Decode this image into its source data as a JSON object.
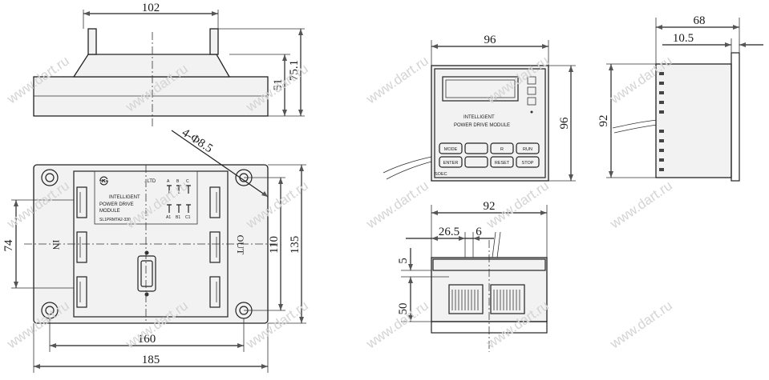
{
  "watermark": "www.dart.ru",
  "side_view": {
    "dim_width": "102",
    "dim_total_height": "75.1",
    "dim_body_height": "51"
  },
  "module_top_view": {
    "hole_callout": "4-Φ8.5",
    "dim_74": "74",
    "dim_110": "110",
    "dim_135": "135",
    "dim_160": "160",
    "dim_185": "185",
    "label_in": "IN",
    "label_out": "OUT",
    "badge_ltd": ". LTD",
    "badge_line1": "INTELLIGENT",
    "badge_line2": "POWER DRIVE",
    "badge_line3": "MODULE",
    "badge_model": "SL1PRMTA2-330",
    "terminal_top": [
      "A",
      "B",
      "C"
    ],
    "terminal_bottom": [
      "A1",
      "B1",
      "C1"
    ]
  },
  "panel_front_view": {
    "dim_width": "96",
    "dim_height": "96",
    "text_line1": "INTELLIGENT",
    "text_line2": "POWER DRIVE MODULE",
    "brand": "SOEC",
    "buttons_row1": [
      "MODE",
      "",
      "R",
      "RUN"
    ],
    "buttons_row2": [
      "ENTER",
      "",
      "RESET",
      "STOP"
    ]
  },
  "panel_side_view": {
    "dim_depth": "68",
    "dim_bezel": "10.5",
    "dim_height": "92"
  },
  "panel_bottom_view": {
    "dim_width": "92",
    "dim_offset": "26.5",
    "dim_gap": "6",
    "dim_5": "5",
    "dim_50": "50"
  }
}
